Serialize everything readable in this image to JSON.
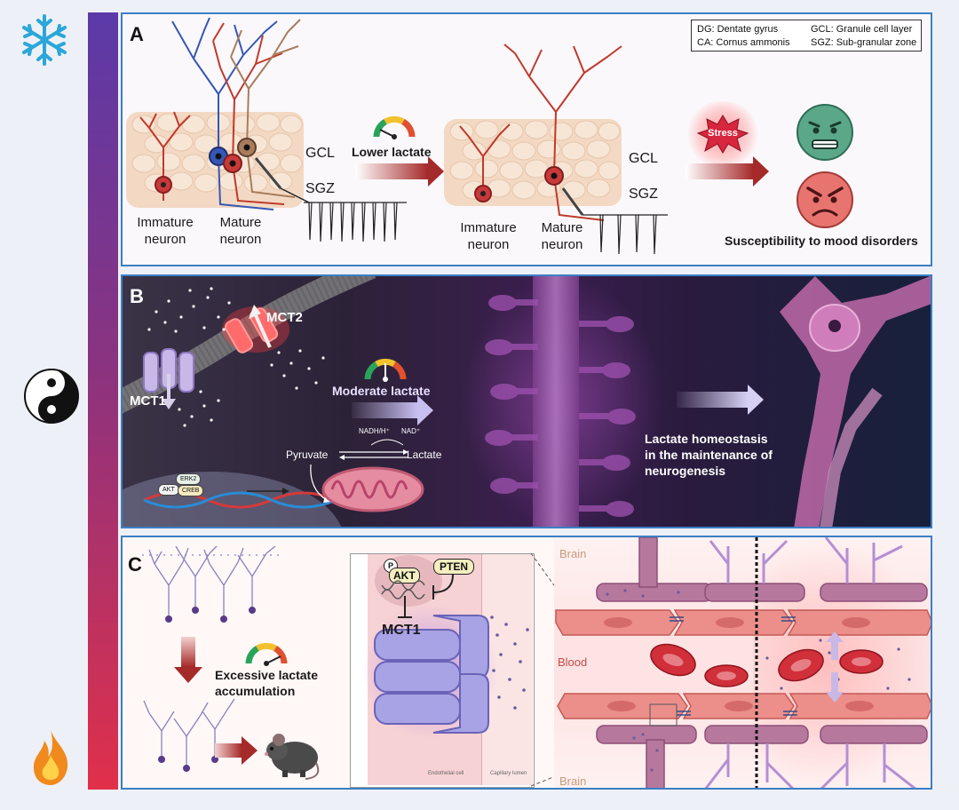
{
  "sidebar": {
    "top_icon": "snowflake-icon",
    "middle_icon": "yin-yang-icon",
    "bottom_icon": "flame-icon",
    "gradient_top": "#5b3aa8",
    "gradient_bottom": "#e0304a"
  },
  "panel_a": {
    "label": "A",
    "legend": {
      "dg": "DG: Dentate gyrus",
      "ca": "CA: Cornus ammonis",
      "gcl": "GCL: Granule cell layer",
      "sgz": "SGZ: Sub-granular zone"
    },
    "left_gcl": "GCL",
    "left_sgz": "SGZ",
    "left_immature_1": "Immature",
    "left_immature_2": "neuron",
    "left_mature_1": "Mature",
    "left_mature_2": "neuron",
    "arrow_label": "Lower lactate",
    "right_gcl": "GCL",
    "right_sgz": "SGZ",
    "right_immature_1": "Immature",
    "right_immature_2": "neuron",
    "right_mature_1": "Mature",
    "right_mature_2": "neuron",
    "stress_label": "Stress",
    "outcome": "Susceptibility to mood disorders"
  },
  "panel_b": {
    "label": "B",
    "mct2": "MCT2",
    "mct1": "MCT1",
    "arrow_label": "Moderate lactate",
    "nadh": "NADH/H⁺",
    "nad": "NAD⁺",
    "pyruvate": "Pyruvate",
    "lactate": "Lactate",
    "erk2": "ERK2",
    "akt": "AKT",
    "creb": "CREB",
    "conclusion_1": "Lactate homeostasis",
    "conclusion_2": "in the maintenance of",
    "conclusion_3": "neurogenesis"
  },
  "panel_c": {
    "label": "C",
    "arrow_label_1": "Excessive lactate",
    "arrow_label_2": "accumulation",
    "p": "P",
    "akt": "AKT",
    "pten": "PTEN",
    "mct1": "MCT1",
    "endothelial": "Endothelial cell",
    "capillary": "Capillary lumen",
    "brain_top": "Brain",
    "blood": "Blood",
    "brain_bottom": "Brain"
  }
}
